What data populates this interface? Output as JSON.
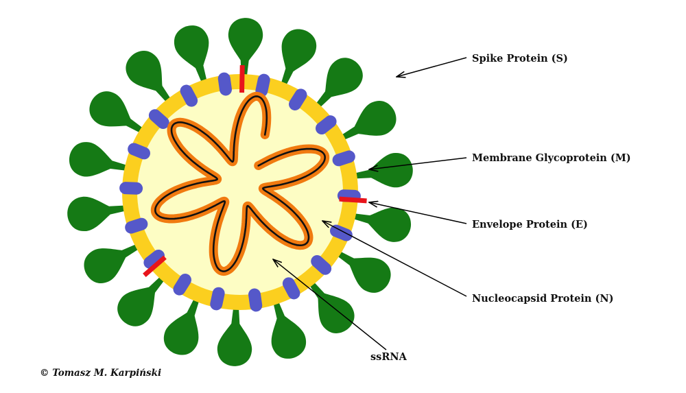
{
  "labels": {
    "spike": "Spike Protein (S)",
    "membrane": "Membrane Glycoprotein (M)",
    "envelope": "Envelope Protein (E)",
    "nucleocapsid": "Nucleocapsid Protein (N)",
    "ssrna": "ssRNA"
  },
  "credit": "© Tomasz M. Karpiński",
  "colors": {
    "spike": "#157a15",
    "membrane_bead": "#5558c9",
    "envelope_bar": "#e8141b",
    "envelope_ring": "#fbcf1f",
    "interior": "#fdfdc4",
    "nucleocapsid": "#f07a10",
    "rna": "#111111"
  }
}
